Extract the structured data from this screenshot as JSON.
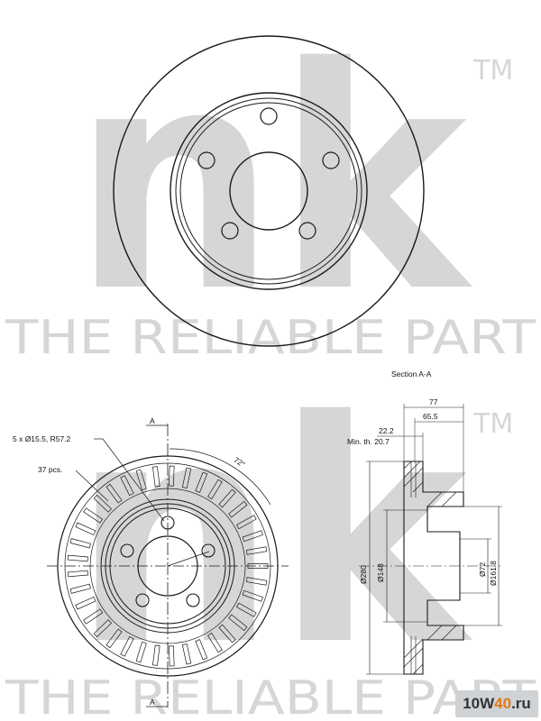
{
  "watermark": {
    "logo": "nk",
    "trademark": "TM",
    "slogan": "THE RELIABLE PART"
  },
  "section_label": "Section A-A",
  "section_marker": "A",
  "callouts": {
    "holes": "5 x Ø15.5, R57.2",
    "vents": "37 pcs.",
    "angle": "72°"
  },
  "dimensions": {
    "overall_height": "77",
    "hat_height": "65.5",
    "thickness": "22.2",
    "min_thickness": "Min. th. 20.7",
    "diameter_outer": "Ø280",
    "diameter_inner": "Ø148",
    "diameter_bore": "Ø72",
    "diameter_hat": "Ø161.8"
  },
  "site_badge": {
    "prefix": "10W",
    "accent": "40",
    "suffix": ".ru"
  },
  "colors": {
    "watermark": "#d6d6d6",
    "line": "#1a1a1a",
    "badge_bg": "#cfd3d6",
    "badge_accent": "#e07a12"
  }
}
